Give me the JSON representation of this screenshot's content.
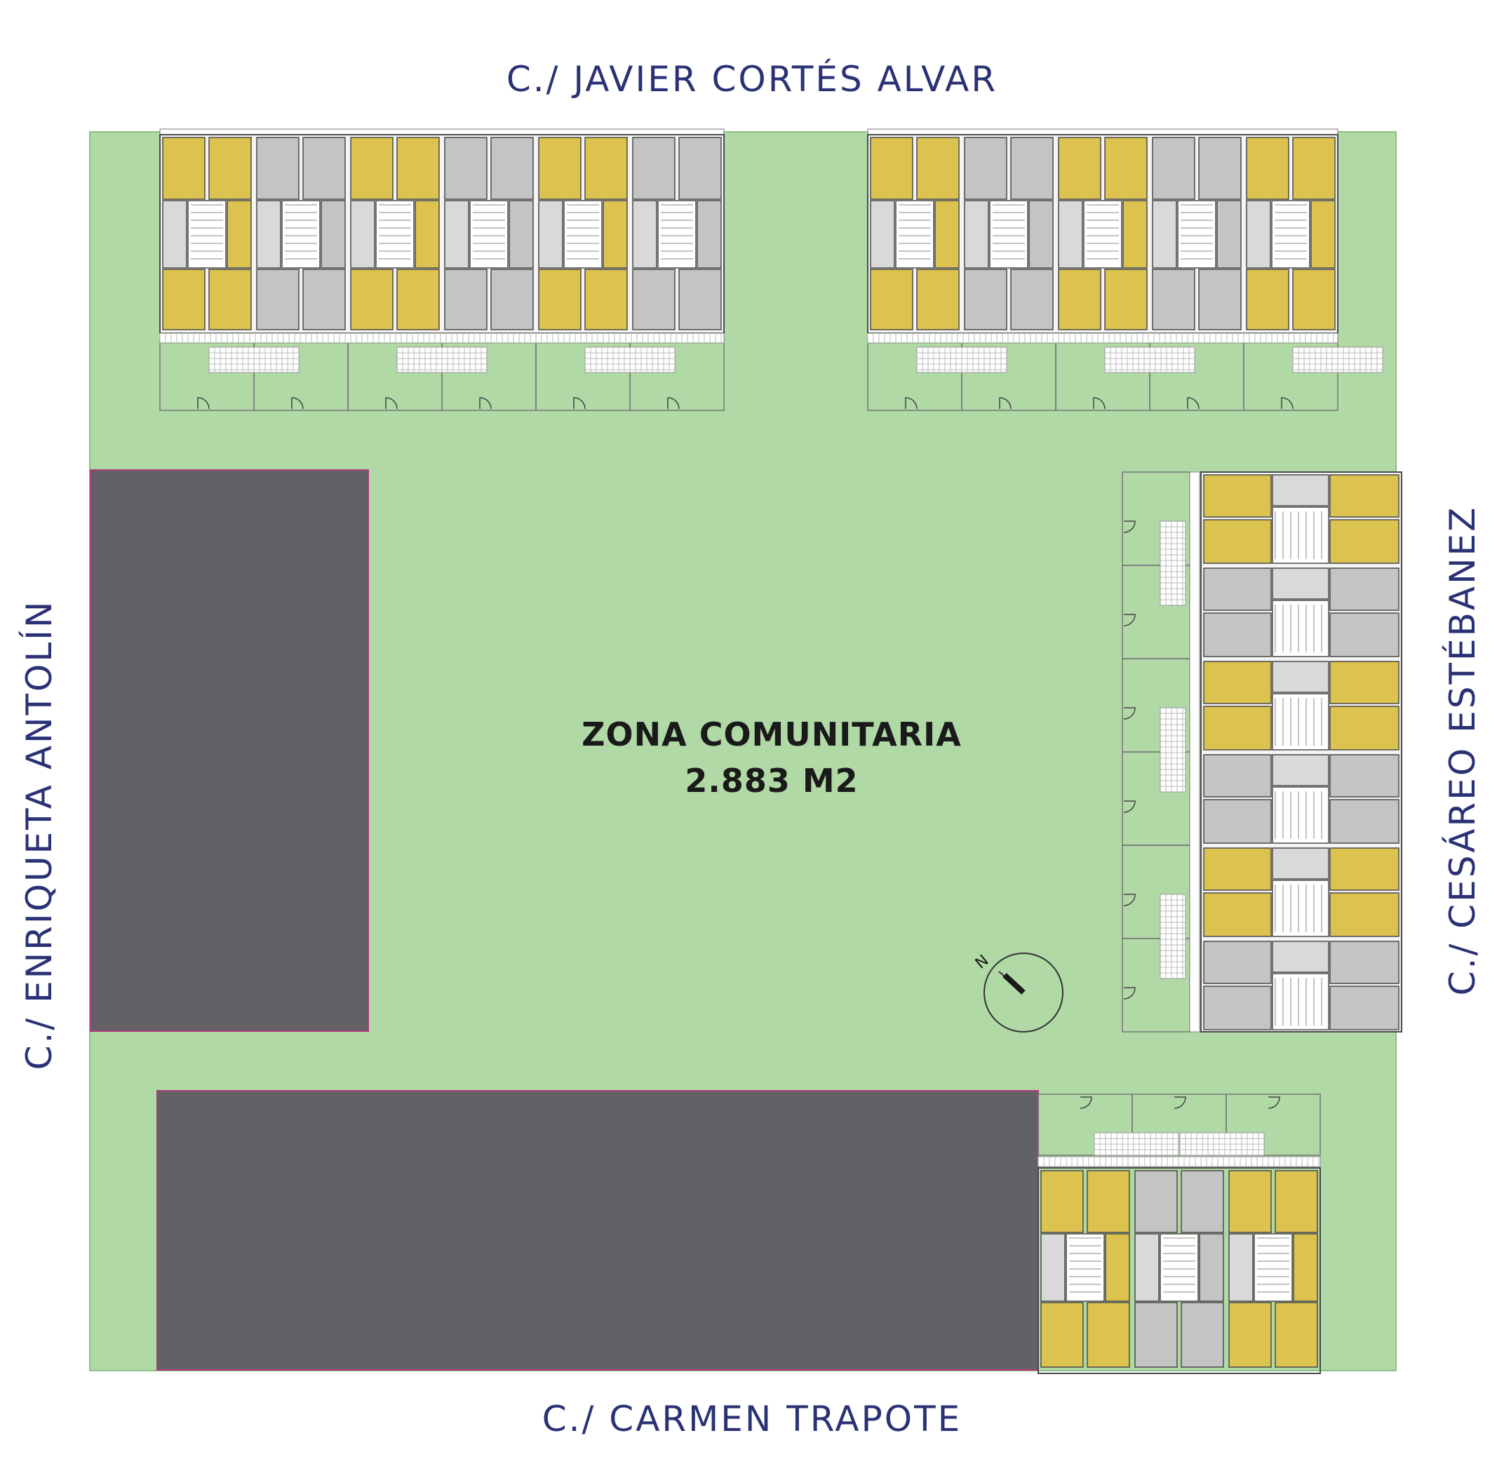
{
  "streets": {
    "top": "C./ JAVIER CORTÉS ALVAR",
    "bottom": "C./ CARMEN TRAPOTE",
    "left": "C./ ENRIQUETA ANTOLÍN",
    "right": "C./ CESÁREO ESTÉBANEZ"
  },
  "zone": {
    "name": "ZONA COMUNITARIA",
    "area": "2.883 M2"
  },
  "compass": {
    "label": "N"
  },
  "colors": {
    "lawn": "#b0d9a6",
    "existing_building": "#626266",
    "dwelling_yellow": "#dcc24e",
    "dwelling_grey": "#c4c4c4",
    "wall": "#4a4a4a",
    "street_text": "#2a3275"
  },
  "dwelling_pattern": {
    "north_left": [
      "yellow",
      "grey",
      "yellow",
      "grey",
      "yellow",
      "grey"
    ],
    "north_right": [
      "yellow",
      "grey",
      "yellow",
      "grey",
      "yellow"
    ],
    "east": [
      "yellow",
      "grey",
      "yellow",
      "grey",
      "yellow",
      "grey"
    ],
    "south": [
      "yellow",
      "grey",
      "yellow"
    ]
  }
}
